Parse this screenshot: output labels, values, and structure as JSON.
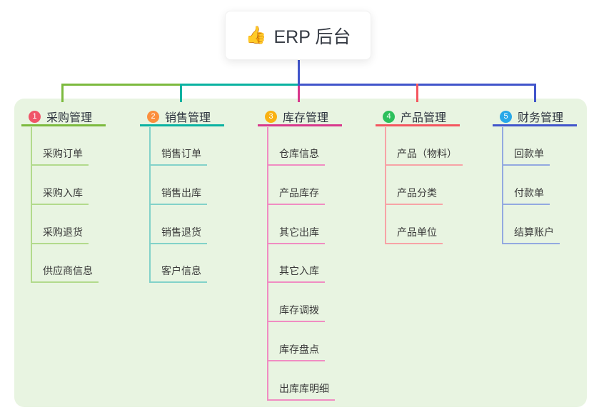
{
  "root": {
    "icon": "👍",
    "icon_name": "thumbs-up-icon",
    "label": "ERP 后台"
  },
  "colors": {
    "panel_bg": "#e8f4e1",
    "root_connector": "#4155cb",
    "root_card_bg": "#ffffff",
    "title_text": "#2f3640",
    "child_text": "#3a3a3a"
  },
  "branches": [
    {
      "number": "1",
      "title": "采购管理",
      "badge_color": "#f05468",
      "line_color": "#7cba3e",
      "child_line_color": "#b2da8c",
      "children": [
        "采购订单",
        "采购入库",
        "采购退货",
        "供应商信息"
      ]
    },
    {
      "number": "2",
      "title": "销售管理",
      "badge_color": "#fb8f3d",
      "line_color": "#0ab2a1",
      "child_line_color": "#82d2c9",
      "children": [
        "销售订单",
        "销售出库",
        "销售退货",
        "客户信息"
      ]
    },
    {
      "number": "3",
      "title": "库存管理",
      "badge_color": "#f9b112",
      "line_color": "#d8388c",
      "child_line_color": "#f08cc2",
      "children": [
        "仓库信息",
        "产品库存",
        "其它出库",
        "其它入库",
        "库存调拨",
        "库存盘点",
        "出库库明细"
      ]
    },
    {
      "number": "4",
      "title": "产品管理",
      "badge_color": "#2cc05b",
      "line_color": "#f4565f",
      "child_line_color": "#f7a3a6",
      "children": [
        "产品（物料）",
        "产品分类",
        "产品单位"
      ]
    },
    {
      "number": "5",
      "title": "财务管理",
      "badge_color": "#28a8e8",
      "line_color": "#4155cb",
      "child_line_color": "#93a9e0",
      "children": [
        "回款单",
        "付款单",
        "结算账户"
      ]
    }
  ]
}
